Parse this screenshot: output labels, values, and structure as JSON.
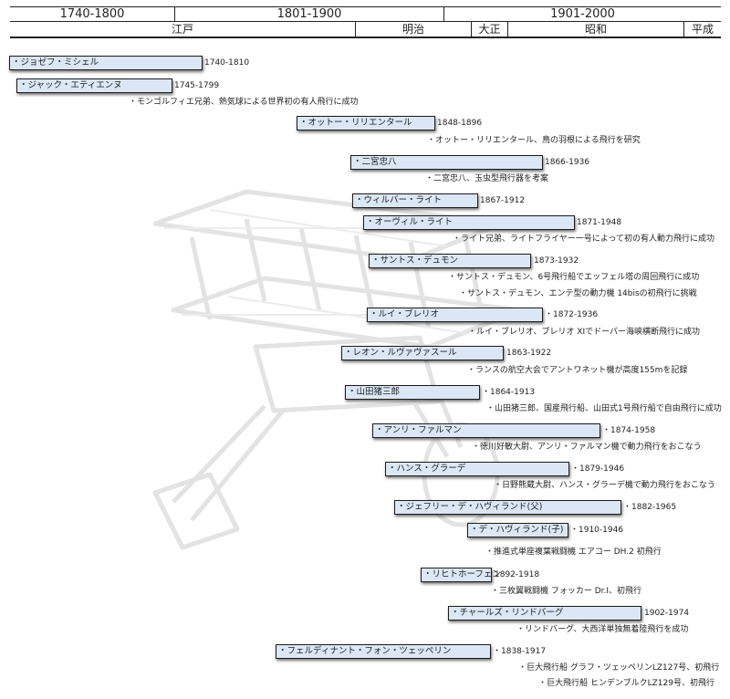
{
  "centuries": [
    {
      "label": "1740-1800"
    },
    {
      "label": "1801-1900"
    },
    {
      "label": "1901-2000"
    }
  ],
  "eras": [
    {
      "label": "江戸"
    },
    {
      "label": "明治"
    },
    {
      "label": "大正"
    },
    {
      "label": "昭和"
    },
    {
      "label": "平成"
    }
  ],
  "people": [
    {
      "name": "・ジョゼフ・ミシェル",
      "years": "1740-1810"
    },
    {
      "name": "・ジャック・エティエンヌ",
      "years": "1745-1799"
    },
    {
      "name": "・オットー・リリエンタール",
      "years": "1848-1896"
    },
    {
      "name": "・二宮忠八",
      "years": "1866-1936"
    },
    {
      "name": "・ウィルバー・ライト",
      "years": "1867-1912"
    },
    {
      "name": "・オーヴィル・ライト",
      "years": "1871-1948"
    },
    {
      "name": "・サントス・デュモン",
      "years": "1873-1932"
    },
    {
      "name": "・ルイ・ブレリオ",
      "years": "・1872-1936"
    },
    {
      "name": "・レオン・ルヴァヴァスール",
      "years": "1863-1922"
    },
    {
      "name": "・山田猪三郎",
      "years": "・1864-1913"
    },
    {
      "name": "・アンリ・ファルマン",
      "years": "・1874-1958"
    },
    {
      "name": "・ハンス・グラーデ",
      "years": "・1879-1946"
    },
    {
      "name": "・ジェフリー・デ・ハヴィランド(父)",
      "years": "・1882-1965"
    },
    {
      "name": "・デ・ハヴィランド(子)",
      "years": "・1910-1946"
    },
    {
      "name": "・リヒトホーフェン",
      "years": "1892-1918"
    },
    {
      "name": "・チャールズ・リンドバーグ",
      "years": "1902-1974"
    },
    {
      "name": "・フェルディナント・フォン・ツェッペリン",
      "years": "・1838-1917"
    }
  ],
  "notes": [
    "・モンゴルフィエ兄弟、熱気球による世界初の有人飛行に成功",
    "・オットー・リリエンタール、鳥の羽根による飛行を研究",
    "・二宮忠八、玉虫型飛行器を考案",
    "・ライト兄弟、ライトフライヤー一号によって初の有人動力飛行に成功",
    "・サントス・デュモン、6号飛行船でエッフェル塔の周回飛行に成功",
    "・サントス・デュモン、エンテ型の動力機 14bisの初飛行に挑戦",
    "・ルイ・ブレリオ、ブレリオ XIでドーバー海峡横断飛行に成功",
    "・ランスの航空大会でアントワネット機が高度155mを記録",
    "・山田猪三郎、国産飛行船、山田式1号飛行船で自由飛行に成功",
    "・徳川好敏大尉、アンリ・ファルマン機で動力飛行をおこなう",
    "・日野熊蔵大尉、ハンス・グラーデ機で動力飛行をおこなう",
    "・推進式単座複葉戦闘機 エアコー DH.2 初飛行",
    "・三枚翼戦闘機 フォッカー Dr.I、初飛行",
    "・リンドバーグ、大西洋単独無着陸飛行を成功",
    "・巨大飛行船 グラフ・ツェッペリンLZ127号、初飛行",
    "・巨大飛行船 ヒンデンブルクLZ129号、初飛行"
  ],
  "colors": {
    "bar_fill": "#dbe7f5",
    "bar_border": "#1c1c1c",
    "plane_ghost": "#e6e6e6"
  }
}
